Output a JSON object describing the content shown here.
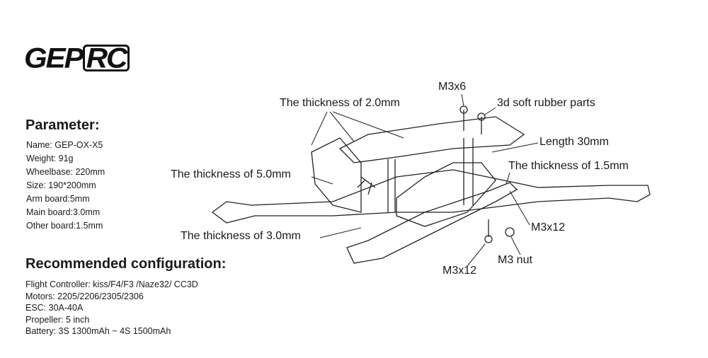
{
  "logo": "GEPRC",
  "parameter": {
    "title": "Parameter:",
    "items": [
      "Name: GEP-OX-X5",
      "Weight: 91g",
      "Wheelbase: 220mm",
      "Size: 190*200mm",
      "Arm board:5mm",
      "Main board:3.0mm",
      "Other board:1.5mm"
    ]
  },
  "config": {
    "title": "Recommended configuration:",
    "items": [
      "Flight Controller: kiss/F4/F3 /Naze32/ CC3D",
      "Motors: 2205/2206/2305/2306",
      "ESC: 30A-40A",
      "Propeller: 5 inch",
      "Battery: 3S 1300mAh ~ 4S 1500mAh"
    ]
  },
  "labels": {
    "t20": "The thickness of  2.0mm",
    "m3x6": "M3x6",
    "rubber": "3d soft rubber parts",
    "length": "Length 30mm",
    "t50": "The thickness of  5.0mm",
    "t15": "The thickness of  1.5mm",
    "m3x12a": "M3x12",
    "t30": "The thickness of  3.0mm",
    "nut": "M3 nut",
    "m3x12b": "M3x12"
  }
}
